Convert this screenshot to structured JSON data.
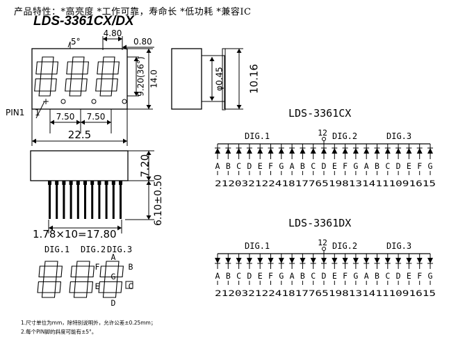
{
  "header": {
    "features": "产品特性：*高亮度 *工作可靠，寿命长 *低功耗 *兼容IC",
    "model": "LDS-3361CX/DX"
  },
  "front_view": {
    "angle": "5°",
    "segment_width": "4.80",
    "segment_stroke": "0.80",
    "digit_height": "9.20(36°)",
    "body_height": "14.0",
    "digit_pitch_1": "7.50",
    "digit_pitch_2": "7.50",
    "body_width": "22.5",
    "pin1_label": "PIN1"
  },
  "side_view": {
    "pin_diameter": "φ0.45",
    "body_depth": "10.16"
  },
  "bottom_view": {
    "pin_length": "7.20",
    "lead_length": "6.10±0.50",
    "pin_pitch": "1.78×10=17.80"
  },
  "segment_legend": {
    "digit_labels": [
      "DIG.1",
      "DIG.2",
      "DIG.3"
    ],
    "segment_letters": [
      "A",
      "B",
      "C",
      "D",
      "E",
      "F",
      "G"
    ]
  },
  "circuits": [
    {
      "title": "LDS-3361CX",
      "common_pin": "12",
      "digits": [
        "DIG.1",
        "DIG.2",
        "DIG.3"
      ],
      "segments": [
        "A",
        "B",
        "C",
        "D",
        "E",
        "F",
        "G",
        "A",
        "B",
        "C",
        "D",
        "E",
        "F",
        "G",
        "A",
        "B",
        "C",
        "D",
        "E",
        "F",
        "G"
      ],
      "pins": [
        "21",
        "20",
        "3",
        "2",
        "1",
        "22",
        "4",
        "18",
        "17",
        "7",
        "6",
        "5",
        "19",
        "8",
        "13",
        "14",
        "11",
        "10",
        "9",
        "16",
        "15"
      ]
    },
    {
      "title": "LDS-3361DX",
      "common_pin": "12",
      "digits": [
        "DIG.1",
        "DIG.2",
        "DIG.3"
      ],
      "segments": [
        "A",
        "B",
        "C",
        "D",
        "E",
        "F",
        "G",
        "A",
        "B",
        "C",
        "D",
        "E",
        "F",
        "G",
        "A",
        "B",
        "C",
        "D",
        "E",
        "F",
        "G"
      ],
      "pins": [
        "21",
        "20",
        "3",
        "2",
        "1",
        "22",
        "4",
        "18",
        "17",
        "7",
        "6",
        "5",
        "19",
        "8",
        "13",
        "14",
        "11",
        "10",
        "9",
        "16",
        "15"
      ]
    }
  ],
  "notes": {
    "note1": "1.尺寸单位为mm，除特别说明外，允许公差±0.25mm；",
    "note2": "2.每个PIN脚的斜度可能有±5°。"
  }
}
